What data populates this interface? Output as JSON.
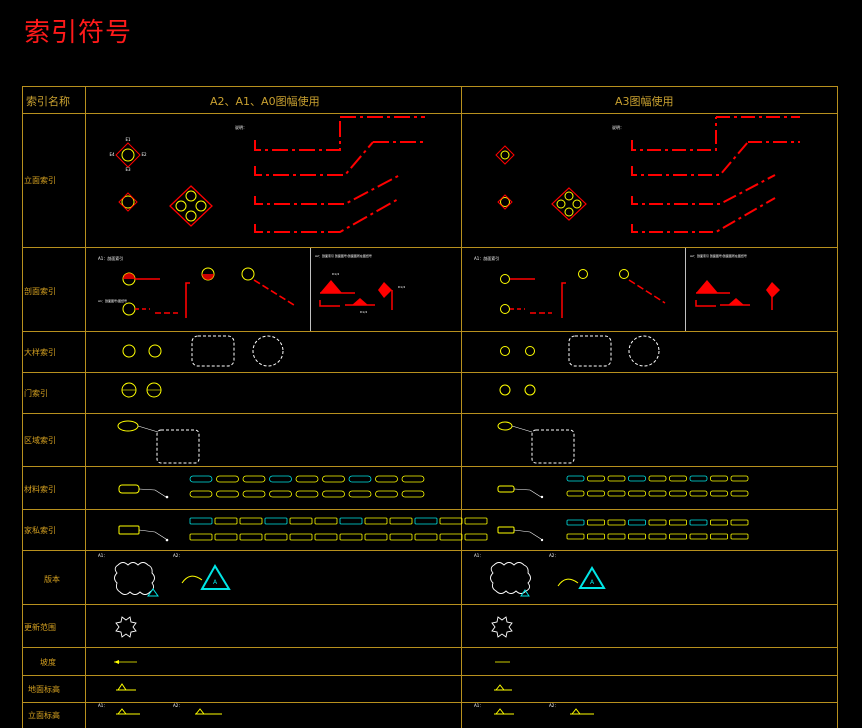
{
  "page": {
    "title": "索引符号"
  },
  "table": {
    "header": {
      "col_name": "索引名称",
      "col_large": "A2、A1、A0图幅使用",
      "col_small": "A3图幅使用"
    },
    "rows": [
      {
        "label": "立面索引"
      },
      {
        "label": "剖面索引"
      },
      {
        "label": "大样索引"
      },
      {
        "label": "门索引"
      },
      {
        "label": "区域索引"
      },
      {
        "label": "材料索引"
      },
      {
        "label": "家私索引"
      },
      {
        "label": "版本"
      },
      {
        "label": "更新范围"
      },
      {
        "label": "坡度"
      },
      {
        "label": "地面标高"
      },
      {
        "label": "立面标高"
      }
    ]
  },
  "colors": {
    "frame": "#b8901e",
    "red": "#ff0000",
    "yellow": "#ffff00",
    "cyan": "#00e5e5",
    "white": "#ffffff"
  }
}
